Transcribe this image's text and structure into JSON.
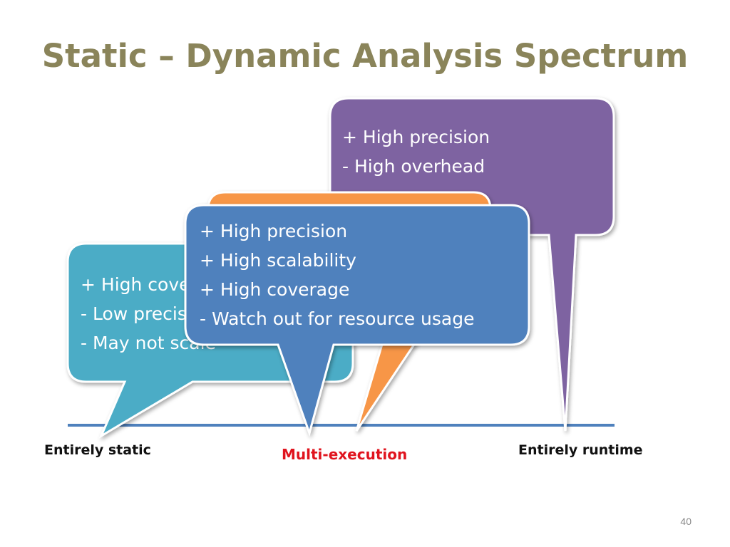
{
  "slide": {
    "title": "Static – Dynamic Analysis Spectrum",
    "page_number": "40"
  },
  "colors": {
    "title": "#8a845a",
    "purple_bubble": "#7e64a1",
    "orange_bubble": "#f79646",
    "teal_bubble": "#4bacc6",
    "blue_bubble": "#4f81bd",
    "axis_line": "#4f81bd",
    "highlight_label": "#e0141e"
  },
  "bubbles": {
    "purple": {
      "lines": [
        "+ High precision",
        "- High overhead"
      ]
    },
    "teal": {
      "lines": [
        "+ High coverage",
        "- Low precision",
        "- May not scale"
      ]
    },
    "blue": {
      "lines": [
        "+ High precision",
        "+ High scalability",
        "+ High coverage",
        "- Watch out for resource usage"
      ]
    }
  },
  "axis": {
    "left_label": "Entirely static",
    "middle_label": "Multi-execution",
    "right_label": "Entirely runtime"
  }
}
